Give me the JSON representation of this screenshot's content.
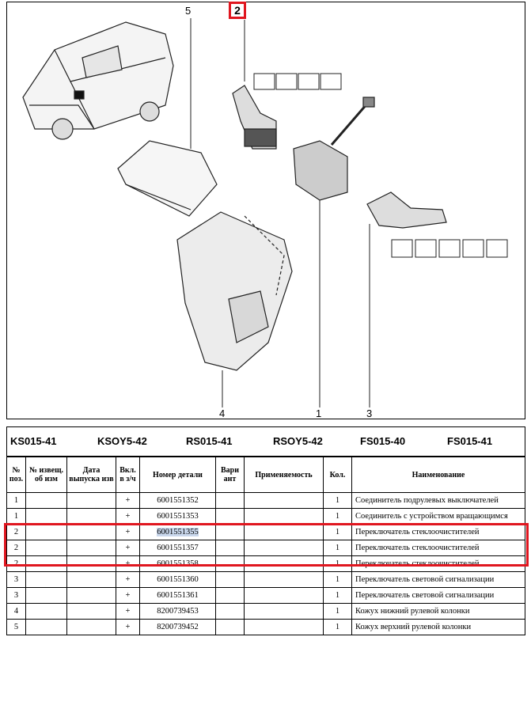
{
  "diagram": {
    "callouts": {
      "c1": "1",
      "c2": "2",
      "c3": "3",
      "c4": "4",
      "c5": "5"
    },
    "highlight_color": "#e0161f"
  },
  "variants": [
    "KS015-41",
    "KSOY5-42",
    "RS015-41",
    "RSOY5-42",
    "FS015-40",
    "FS015-41"
  ],
  "table": {
    "headers": [
      "№ поз.",
      "№ извещ. об изм",
      "Дата выпуска изв",
      "Вкл. в з/ч",
      "Номер детали",
      "Вари ант",
      "Применяемость",
      "Кол.",
      "Наименование"
    ],
    "rows": [
      {
        "pos": "1",
        "incl": "+",
        "part": "6001551352",
        "qty": "1",
        "name": "Соединитель подрулевых выключателей"
      },
      {
        "pos": "1",
        "incl": "+",
        "part": "6001551353",
        "qty": "1",
        "name": "Соединитель с устройством вращающимся"
      },
      {
        "pos": "2",
        "incl": "+",
        "part": "6001551355",
        "qty": "1",
        "name": "Переключатель стеклоочистителей"
      },
      {
        "pos": "2",
        "incl": "+",
        "part": "6001551357",
        "qty": "1",
        "name": "Переключатель стеклоочистителей"
      },
      {
        "pos": "2",
        "incl": "+",
        "part": "6001551358",
        "qty": "1",
        "name": "Переключатель стеклоочистителей"
      },
      {
        "pos": "3",
        "incl": "+",
        "part": "6001551360",
        "qty": "1",
        "name": "Переключатель световой сигнализации"
      },
      {
        "pos": "3",
        "incl": "+",
        "part": "6001551361",
        "qty": "1",
        "name": "Переключатель световой сигнализации"
      },
      {
        "pos": "4",
        "incl": "+",
        "part": "8200739453",
        "qty": "1",
        "name": "Кожух нижний рулевой колонки"
      },
      {
        "pos": "5",
        "incl": "+",
        "part": "8200739452",
        "qty": "1",
        "name": "Кожух верхний рулевой колонки"
      }
    ]
  }
}
